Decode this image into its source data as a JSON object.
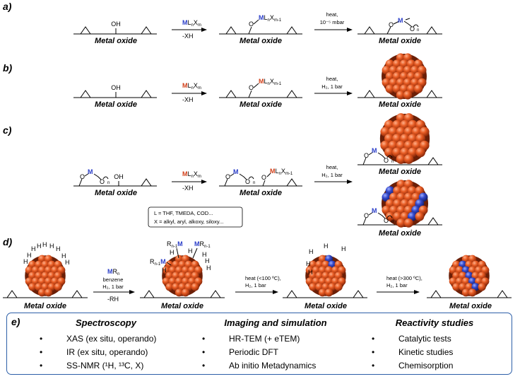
{
  "panels": {
    "a": "a)",
    "b": "b)",
    "c": "c)",
    "d": "d)",
    "e": "e)"
  },
  "support_label": "Metal oxide",
  "oh": "OH",
  "reagents": {
    "minus_xh": "-XH",
    "minus_rh": "-RH",
    "heat": "heat,",
    "vacuum": "10⁻⁵ mbar",
    "h2_1bar": "H₂, 1 bar",
    "benzene": "benzene",
    "heat_low": "heat (<100 ºC),",
    "heat_high": "heat (>300 ºC),"
  },
  "formula": {
    "M": "M",
    "L": "L",
    "X": "X",
    "R": "R",
    "H": "H",
    "O": "O",
    "n": "n",
    "m": "m",
    "m_minus_1": "m-1",
    "n_minus_1": "n-1"
  },
  "legend": {
    "line1": "L = THF, TMEDA, COD...",
    "line2": "X = alkyl, aryl, alkoxy, siloxy..."
  },
  "colors": {
    "metal_blue": "#2b3ec8",
    "metal_red": "#d2401a",
    "particle_red": "#e0521e",
    "panel_border": "#2d5fa8"
  },
  "panel_e": {
    "columns": [
      {
        "title": "Spectroscopy",
        "items": [
          "XAS (ex situ, operando)",
          "IR (ex situ, operando)",
          "SS-NMR (¹H, ¹³C, X)"
        ]
      },
      {
        "title": "Imaging and simulation",
        "items": [
          "HR-TEM (+ eTEM)",
          "Periodic DFT",
          "Ab initio Metadynamics"
        ]
      },
      {
        "title": "Reactivity studies",
        "items": [
          "Catalytic tests",
          "Kinetic studies",
          "Chemisorption"
        ]
      }
    ]
  }
}
